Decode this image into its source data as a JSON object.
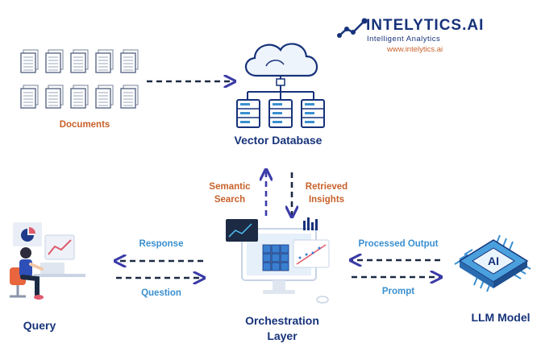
{
  "brand": {
    "name": "INTELYTICS.AI",
    "tagline": "Intelligent Analytics",
    "url": "www.intelytics.ai",
    "colors": {
      "navy": "#16327a",
      "orange": "#c8612a",
      "light_blue": "#3a8fd0"
    }
  },
  "nodes": {
    "documents": "Documents",
    "vector_db": "Vector Database",
    "orchestration_line1": "Orchestration",
    "orchestration_line2": "Layer",
    "query": "Query",
    "llm": "LLM Model"
  },
  "edges": {
    "semantic_line1": "Semantic",
    "semantic_line2": "Search",
    "retrieved_line1": "Retrieved",
    "retrieved_line2": "Insights",
    "response": "Response",
    "question": "Question",
    "processed_output": "Processed Output",
    "prompt": "Prompt"
  },
  "icons": {
    "documents": "document-stack-icon",
    "vector_db": "cloud-server-icon",
    "orchestration": "dashboard-cube-icon",
    "query": "user-at-desk-icon",
    "llm": "ai-chip-icon"
  }
}
